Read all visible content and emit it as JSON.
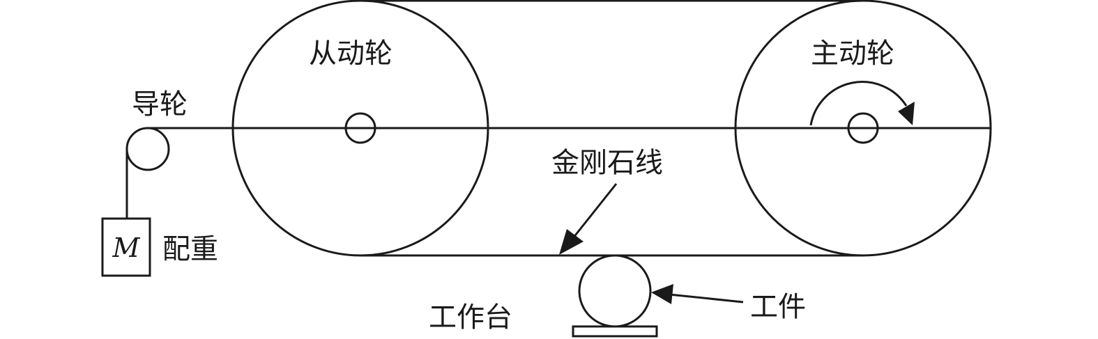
{
  "labels": {
    "driven_wheel": "从动轮",
    "driving_wheel": "主动轮",
    "guide_wheel": "导轮",
    "diamond_wire": "金刚石线",
    "counterweight_symbol": "M",
    "counterweight": "配重",
    "worktable": "工作台",
    "workpiece": "工件"
  }
}
